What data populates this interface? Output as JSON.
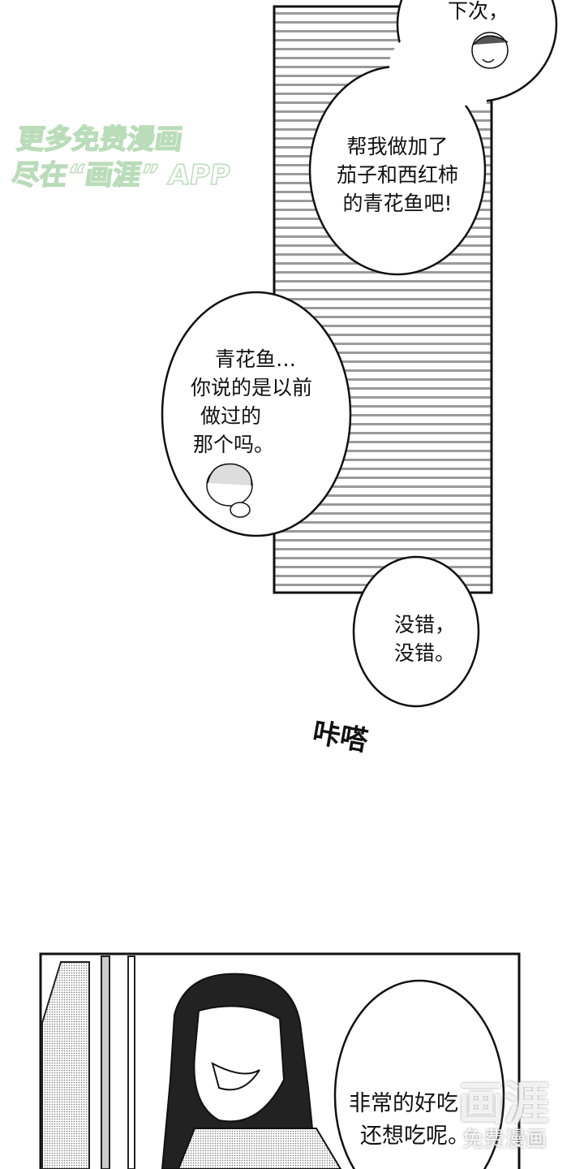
{
  "watermark_top": {
    "line1": "更多免费漫画",
    "line2": "尽在“画涯” APP"
  },
  "watermark_bottom": {
    "logo": "画涯",
    "sub": "免费漫画"
  },
  "bubbles": {
    "top_partial": "下次，",
    "request": [
      "帮我做加了",
      "茄子和西红柿",
      "的青花鱼吧!"
    ],
    "question": [
      "青花鱼…",
      "你说的是以前",
      "做过的",
      "那个吗。"
    ],
    "confirm": [
      "没错，",
      "没错。"
    ],
    "praise": [
      "非常的好吃，",
      "还想吃呢。"
    ]
  },
  "sound_effect": "咔嗒"
}
